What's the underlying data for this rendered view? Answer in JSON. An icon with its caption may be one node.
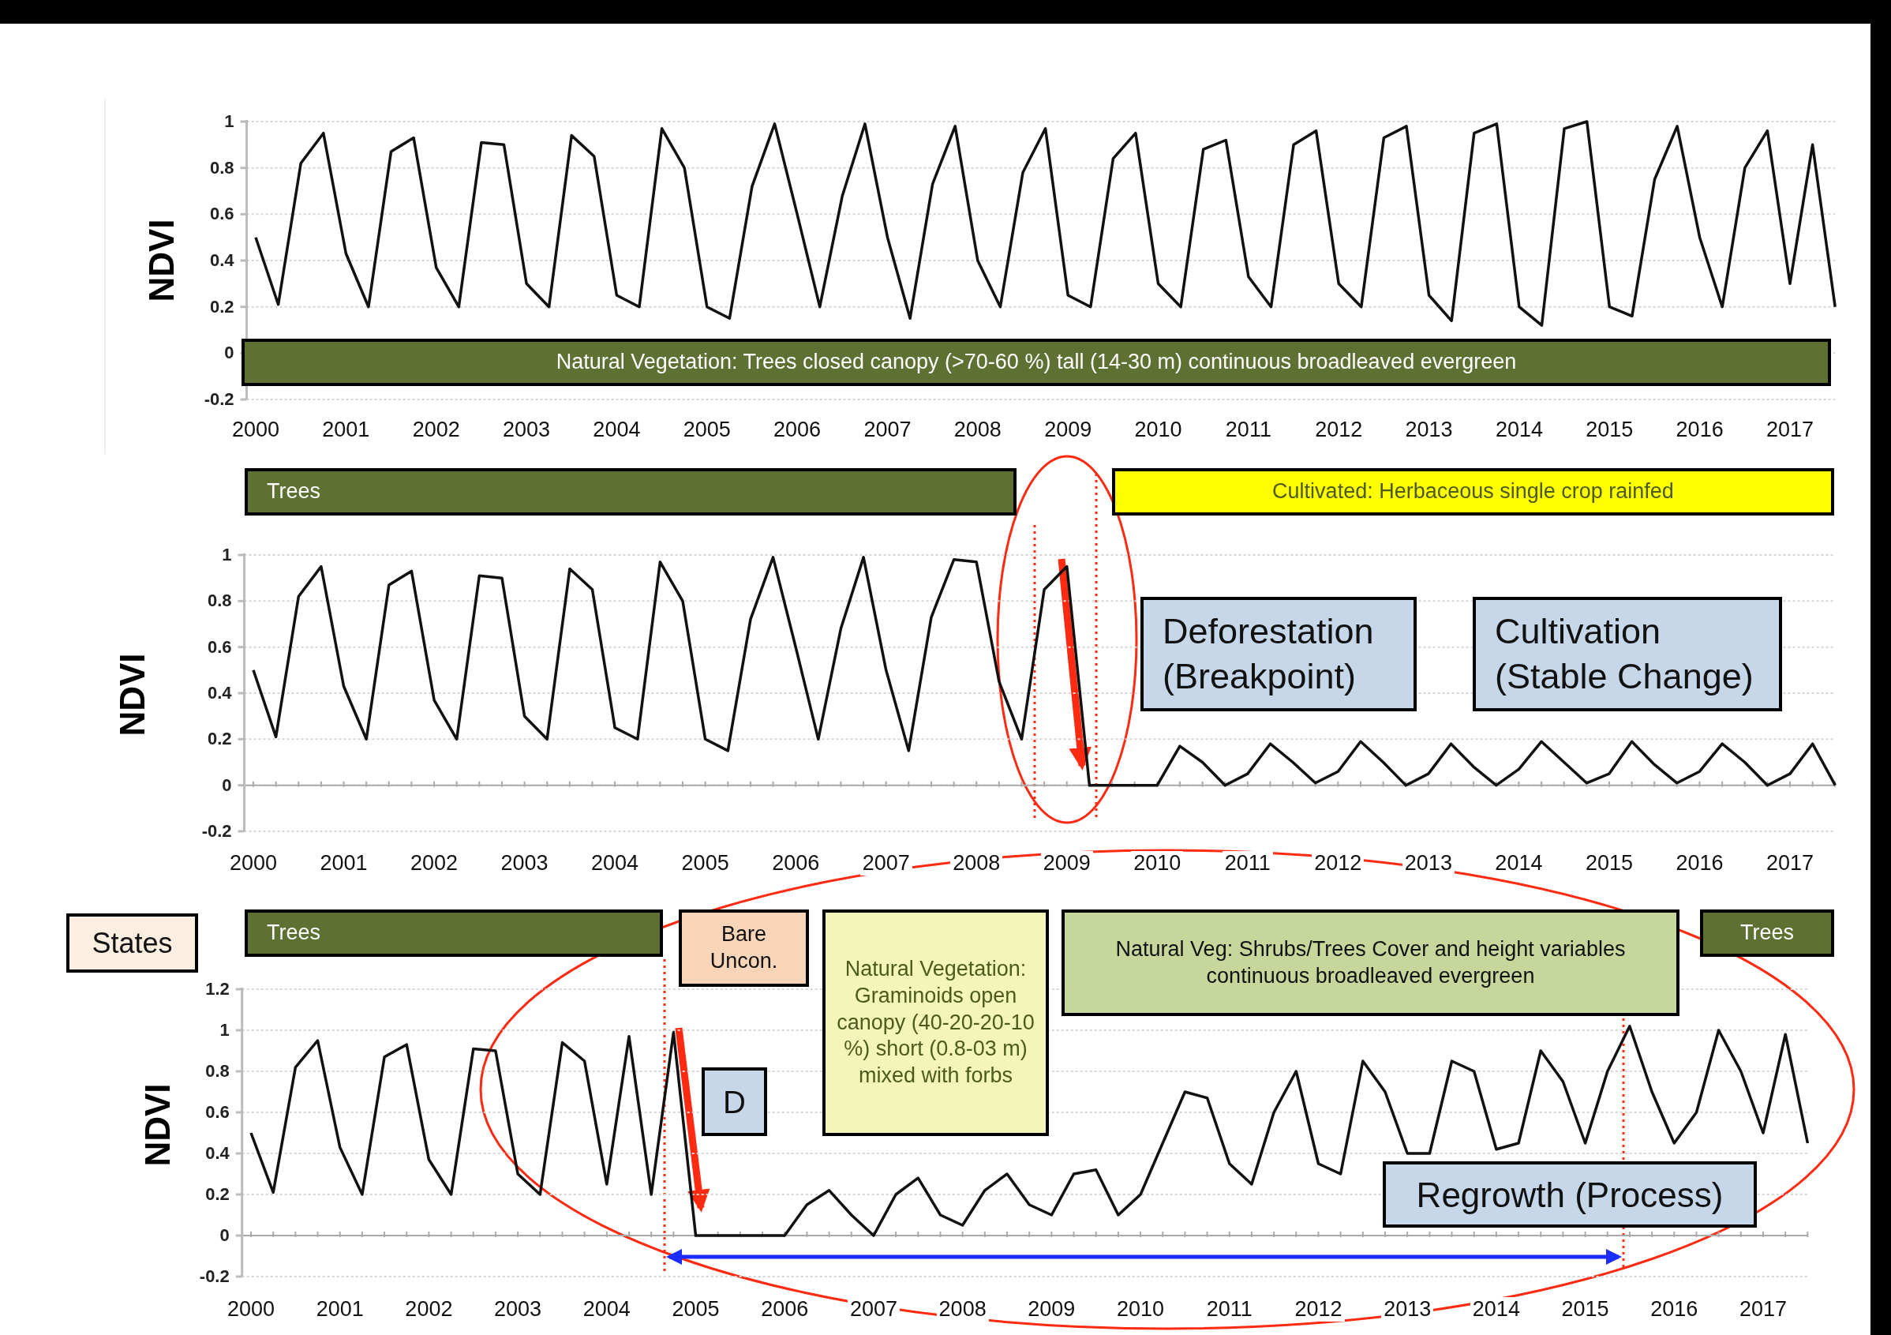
{
  "diagram": {
    "nodes": [
      {
        "text": [
          "Natural Vegetation: Trees closed canopy (>70-60 %) tall (14-30 m) continuous broadleaved evergreen"
        ]
      },
      {
        "text": [
          "Trees"
        ]
      },
      {
        "text": [
          "Cultivated: Herbaceous single crop rainfed"
        ]
      },
      {
        "text": [
          "Deforestation (Breakpoint)"
        ]
      },
      {
        "text": [
          "Cultivation (Stable Change)"
        ]
      },
      {
        "text": [
          "States"
        ]
      },
      {
        "text": [
          "Trees"
        ]
      },
      {
        "text": [
          "Bare Uncon."
        ]
      },
      {
        "text": [
          "Natural Vegetation: Graminoids open canopy (40-20-20-10 %) short (0.8-03 m) mixed with forbs"
        ]
      },
      {
        "text": [
          "Natural Veg:  Shrubs/Trees Cover and height variables continuous broadleaved evergreen"
        ]
      },
      {
        "text": [
          "Trees"
        ]
      },
      {
        "text": [
          "D"
        ]
      },
      {
        "text": [
          "Regrowth (Process)"
        ]
      }
    ],
    "edges": [],
    "chart_data": [
      {
        "type": "line",
        "ylabel": "NDVI",
        "grid": true,
        "xlim": [
          1999.9,
          2017.5
        ],
        "ylim": [
          -0.2,
          1
        ],
        "xticks": [
          2000,
          2001,
          2002,
          2003,
          2004,
          2005,
          2006,
          2007,
          2008,
          2009,
          2010,
          2011,
          2012,
          2013,
          2014,
          2015,
          2016,
          2017
        ],
        "yticks": [
          -0.2,
          0,
          0.2,
          0.4,
          0.6,
          0.8,
          1
        ],
        "x": [
          2000,
          2000.25,
          2000.5,
          2000.75,
          2001,
          2001.25,
          2001.5,
          2001.75,
          2002,
          2002.25,
          2002.5,
          2002.75,
          2003,
          2003.25,
          2003.5,
          2003.75,
          2004,
          2004.25,
          2004.5,
          2004.75,
          2005,
          2005.25,
          2005.5,
          2005.75,
          2006,
          2006.25,
          2006.5,
          2006.75,
          2007,
          2007.25,
          2007.5,
          2007.75,
          2008,
          2008.25,
          2008.5,
          2008.75,
          2009,
          2009.25,
          2009.5,
          2009.75,
          2010,
          2010.25,
          2010.5,
          2010.75,
          2011,
          2011.25,
          2011.5,
          2011.75,
          2012,
          2012.25,
          2012.5,
          2012.75,
          2013,
          2013.25,
          2013.5,
          2013.75,
          2014,
          2014.25,
          2014.5,
          2014.75,
          2015,
          2015.25,
          2015.5,
          2015.75,
          2016,
          2016.25,
          2016.5,
          2016.75,
          2017,
          2017.25,
          2017.5
        ],
        "series": [
          {
            "values": [
              0.5,
              0.21,
              0.82,
              0.95,
              0.43,
              0.2,
              0.87,
              0.93,
              0.37,
              0.2,
              0.91,
              0.9,
              0.3,
              0.2,
              0.94,
              0.85,
              0.25,
              0.2,
              0.97,
              0.8,
              0.2,
              0.15,
              0.72,
              0.99,
              0.6,
              0.2,
              0.68,
              0.99,
              0.5,
              0.15,
              0.73,
              0.98,
              0.4,
              0.2,
              0.78,
              0.97,
              0.25,
              0.2,
              0.84,
              0.95,
              0.3,
              0.2,
              0.88,
              0.92,
              0.33,
              0.2,
              0.9,
              0.96,
              0.3,
              0.2,
              0.93,
              0.98,
              0.25,
              0.14,
              0.95,
              0.99,
              0.2,
              0.12,
              0.97,
              1,
              0.2,
              0.16,
              0.75,
              0.98,
              0.5,
              0.2,
              0.8,
              0.96,
              0.3,
              0.9,
              0.2
            ]
          }
        ]
      },
      {
        "type": "line",
        "ylabel": "NDVI",
        "grid": true,
        "xlim": [
          1999.9,
          2017.5
        ],
        "ylim": [
          -0.2,
          1
        ],
        "xticks": [
          2000,
          2001,
          2002,
          2003,
          2004,
          2005,
          2006,
          2007,
          2008,
          2009,
          2010,
          2011,
          2012,
          2013,
          2014,
          2015,
          2016,
          2017
        ],
        "yticks": [
          -0.2,
          0,
          0.2,
          0.4,
          0.6,
          0.8,
          1
        ],
        "x": [
          2000,
          2000.25,
          2000.5,
          2000.75,
          2001,
          2001.25,
          2001.5,
          2001.75,
          2002,
          2002.25,
          2002.5,
          2002.75,
          2003,
          2003.25,
          2003.5,
          2003.75,
          2004,
          2004.25,
          2004.5,
          2004.75,
          2005,
          2005.25,
          2005.5,
          2005.75,
          2006,
          2006.25,
          2006.5,
          2006.75,
          2007,
          2007.25,
          2007.5,
          2007.75,
          2008,
          2008.25,
          2008.5,
          2008.75,
          2009,
          2009.25,
          2009.5,
          2009.75,
          2010,
          2010.25,
          2010.5,
          2010.75,
          2011,
          2011.25,
          2011.5,
          2011.75,
          2012,
          2012.25,
          2012.5,
          2012.75,
          2013,
          2013.25,
          2013.5,
          2013.75,
          2014,
          2014.25,
          2014.5,
          2014.75,
          2015,
          2015.25,
          2015.5,
          2015.75,
          2016,
          2016.25,
          2016.5,
          2016.75,
          2017,
          2017.25,
          2017.5
        ],
        "series": [
          {
            "values": [
              0.5,
              0.21,
              0.82,
              0.95,
              0.43,
              0.2,
              0.87,
              0.93,
              0.37,
              0.2,
              0.91,
              0.9,
              0.3,
              0.2,
              0.94,
              0.85,
              0.25,
              0.2,
              0.97,
              0.8,
              0.2,
              0.15,
              0.72,
              0.99,
              0.6,
              0.2,
              0.68,
              0.99,
              0.5,
              0.15,
              0.73,
              0.98,
              0.97,
              0.45,
              0.2,
              0.85,
              0.95,
              0,
              0,
              0,
              0,
              0.17,
              0.1,
              0,
              0.05,
              0.18,
              0.1,
              0.01,
              0.06,
              0.19,
              0.1,
              0,
              0.05,
              0.18,
              0.08,
              0,
              0.07,
              0.19,
              0.1,
              0.01,
              0.05,
              0.19,
              0.09,
              0.01,
              0.06,
              0.18,
              0.1,
              0,
              0.05,
              0.18,
              0
            ]
          }
        ]
      },
      {
        "type": "line",
        "ylabel": "NDVI",
        "grid": true,
        "xlim": [
          1999.9,
          2017.5
        ],
        "ylim": [
          -0.2,
          1.2
        ],
        "xticks": [
          2000,
          2001,
          2002,
          2003,
          2004,
          2005,
          2006,
          2007,
          2008,
          2009,
          2010,
          2011,
          2012,
          2013,
          2014,
          2015,
          2016,
          2017
        ],
        "yticks": [
          -0.2,
          0,
          0.2,
          0.4,
          0.6,
          0.8,
          1,
          1.2
        ],
        "x": [
          2000,
          2000.25,
          2000.5,
          2000.75,
          2001,
          2001.25,
          2001.5,
          2001.75,
          2002,
          2002.25,
          2002.5,
          2002.75,
          2003,
          2003.25,
          2003.5,
          2003.75,
          2004,
          2004.25,
          2004.5,
          2004.75,
          2005,
          2005.25,
          2005.5,
          2005.75,
          2006,
          2006.25,
          2006.5,
          2006.75,
          2007,
          2007.25,
          2007.5,
          2007.75,
          2008,
          2008.25,
          2008.5,
          2008.75,
          2009,
          2009.25,
          2009.5,
          2009.75,
          2010,
          2010.25,
          2010.5,
          2010.75,
          2011,
          2011.25,
          2011.5,
          2011.75,
          2012,
          2012.25,
          2012.5,
          2012.75,
          2013,
          2013.25,
          2013.5,
          2013.75,
          2014,
          2014.25,
          2014.5,
          2014.75,
          2015,
          2015.25,
          2015.5,
          2015.75,
          2016,
          2016.25,
          2016.5,
          2016.75,
          2017,
          2017.25,
          2017.5
        ],
        "series": [
          {
            "values": [
              0.5,
              0.21,
              0.82,
              0.95,
              0.43,
              0.2,
              0.87,
              0.93,
              0.37,
              0.2,
              0.91,
              0.9,
              0.3,
              0.2,
              0.94,
              0.85,
              0.25,
              0.97,
              0.2,
              0.99,
              0,
              0,
              0,
              0,
              0,
              0.15,
              0.22,
              0.1,
              0,
              0.2,
              0.28,
              0.1,
              0.05,
              0.22,
              0.3,
              0.15,
              0.1,
              0.3,
              0.32,
              0.1,
              0.2,
              0.45,
              0.7,
              0.67,
              0.35,
              0.25,
              0.6,
              0.8,
              0.35,
              0.3,
              0.85,
              0.7,
              0.4,
              0.4,
              0.85,
              0.8,
              0.42,
              0.45,
              0.9,
              0.75,
              0.45,
              0.8,
              1.02,
              0.7,
              0.45,
              0.6,
              1,
              0.8,
              0.5,
              0.98,
              0.45
            ]
          }
        ]
      }
    ]
  }
}
